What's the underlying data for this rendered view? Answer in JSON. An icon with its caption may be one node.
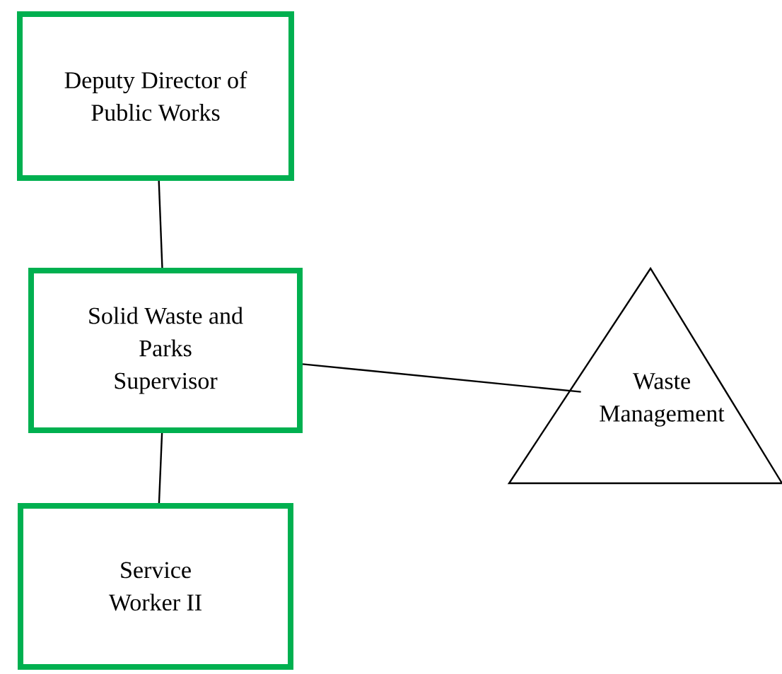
{
  "diagram": {
    "nodes": [
      {
        "text": [
          "Deputy Director of Public Works"
        ]
      },
      {
        "text": [
          "Solid Waste and Parks Supervisor"
        ]
      },
      {
        "text": [
          "Service Worker II"
        ]
      },
      {
        "text": [
          "Waste Management"
        ]
      }
    ],
    "edges": [
      {
        "from": 0,
        "to": 1,
        "arrow": "none"
      },
      {
        "from": 1,
        "to": 2,
        "arrow": "none"
      },
      {
        "from": 1,
        "to": 3,
        "arrow": "none"
      }
    ]
  }
}
